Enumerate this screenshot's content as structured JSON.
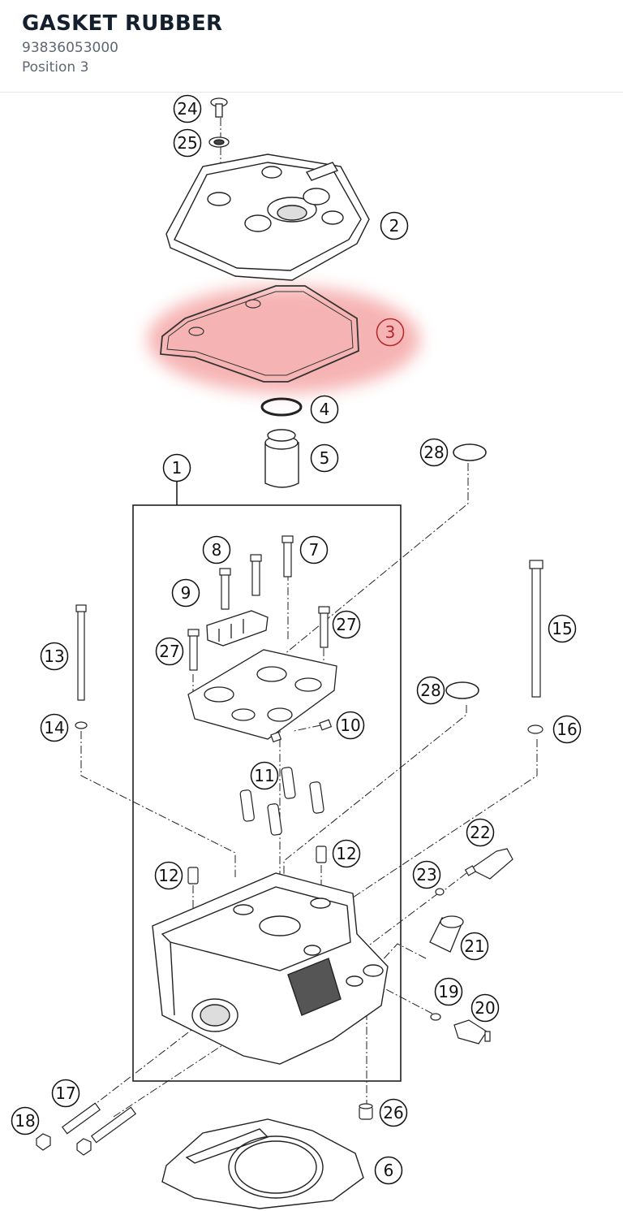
{
  "header": {
    "title": "GASKET RUBBER",
    "part_number": "93836053000",
    "position_text": "Position 3"
  },
  "selected_position": "3",
  "highlight_color": "#f28b8b",
  "callouts": {
    "c1": "1",
    "c2": "2",
    "c3": "3",
    "c4": "4",
    "c5": "5",
    "c6": "6",
    "c7": "7",
    "c8": "8",
    "c9": "9",
    "c10": "10",
    "c11": "11",
    "c12a": "12",
    "c12b": "12",
    "c13": "13",
    "c14": "14",
    "c15": "15",
    "c16": "16",
    "c17": "17",
    "c18": "18",
    "c19": "19",
    "c20": "20",
    "c21": "21",
    "c22": "22",
    "c23": "23",
    "c24": "24",
    "c25": "25",
    "c26": "26",
    "c27a": "27",
    "c27b": "27",
    "c28a": "28",
    "c28b": "28"
  }
}
